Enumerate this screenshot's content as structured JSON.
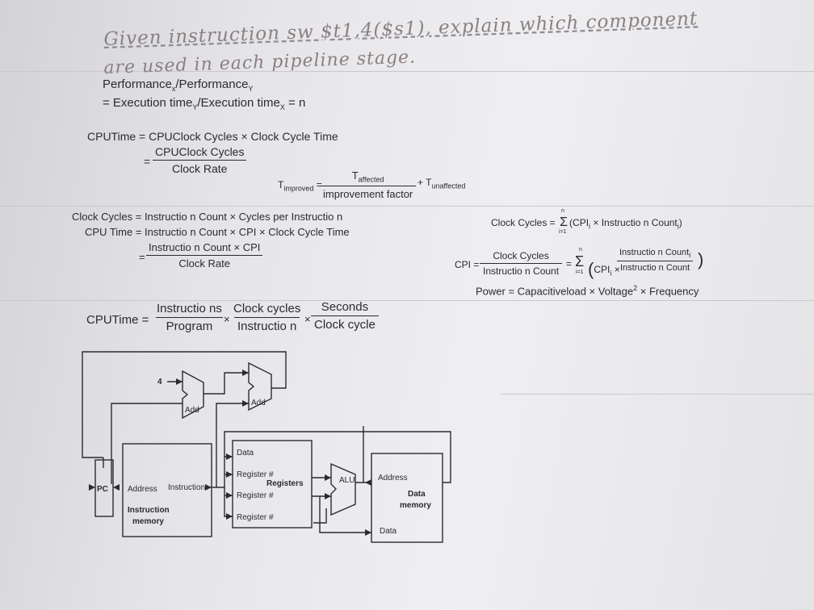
{
  "handwritten": {
    "line1": "Given instruction sw $t1,4($s1), explain which component",
    "line2": "are used in each pipeline stage."
  },
  "formulas": {
    "perf_line1": "Performance",
    "perf_sub_x": "x",
    "perf_slash": "/Performance",
    "perf_sub_y": "Y",
    "perf_line2_a": "= Execution time",
    "perf_line2_sub_y": "Y",
    "perf_line2_b": "/Execution time",
    "perf_line2_sub_x": "X",
    "perf_line2_c": " = n",
    "cpu_time_1": "CPUTime = CPUClock Cycles × Clock Cycle Time",
    "cpu_time_2_num": "CPUClock Cycles",
    "cpu_time_2_den": "Clock Rate",
    "cpu_time_2_eq": "=",
    "t_improved": "T",
    "t_improved_sub": "improved",
    "t_eq": "=",
    "t_affected": "T",
    "t_affected_sub": "affected",
    "t_improvement_factor": "improvement factor",
    "t_plus": "+ T",
    "t_unaffected_sub": "unaffected",
    "clock_cycles_1": "Clock Cycles = Instructio n Count × Cycles per Instructio n",
    "cpu_time_3": "CPU Time = Instructio n Count × CPI × Clock Cycle Time",
    "cpu_time_4_num": "Instructio n Count × CPI",
    "cpu_time_4_den": "Clock Rate",
    "cpu_time_4_eq": "=",
    "cc_sum_lhs": "Clock Cycles =",
    "cc_sum_sigma": "Σ",
    "cc_sum_n": "n",
    "cc_sum_i": "i=1",
    "cc_sum_body": "(CPI",
    "cc_sum_body2": " × Instructio n Count",
    "cc_sum_end": ")",
    "cpi_lhs": "CPI =",
    "cpi_num": "Clock Cycles",
    "cpi_den": "Instructio n Count",
    "cpi_eq2": "=",
    "cpi_sigma": "Σ",
    "cpi_n": "n",
    "cpi_i": "i=1",
    "cpi_body": "CPI",
    "cpi_times": "×",
    "cpi_inner_num": "Instructio n Count",
    "cpi_inner_den": "Instructio n Count",
    "power": "Power = Capacitiveload × Voltage",
    "power_sup": "2",
    "power_end": " × Frequency",
    "cpu_big_lhs": "CPUTime =",
    "cpu_big_f1_num": "Instructio ns",
    "cpu_big_f1_den": "Program",
    "cpu_big_f2_num": "Clock cycles",
    "cpu_big_f2_den": "Instructio n",
    "cpu_big_f3_num": "Seconds",
    "cpu_big_f3_den": "Clock cycle",
    "times": "×",
    "sub_i": "i"
  },
  "diagram": {
    "four": "4",
    "add1": "Add",
    "add2": "Add",
    "pc": "PC",
    "im_address": "Address",
    "im_instruction": "Instruction",
    "im_title_1": "Instruction",
    "im_title_2": "memory",
    "rf_data": "Data",
    "rf_reg1": "Register #",
    "rf_registers": "Registers",
    "rf_reg2": "Register #",
    "rf_reg3": "Register #",
    "alu": "ALU",
    "dm_address": "Address",
    "dm_title_1": "Data",
    "dm_title_2": "memory",
    "dm_data": "Data"
  }
}
